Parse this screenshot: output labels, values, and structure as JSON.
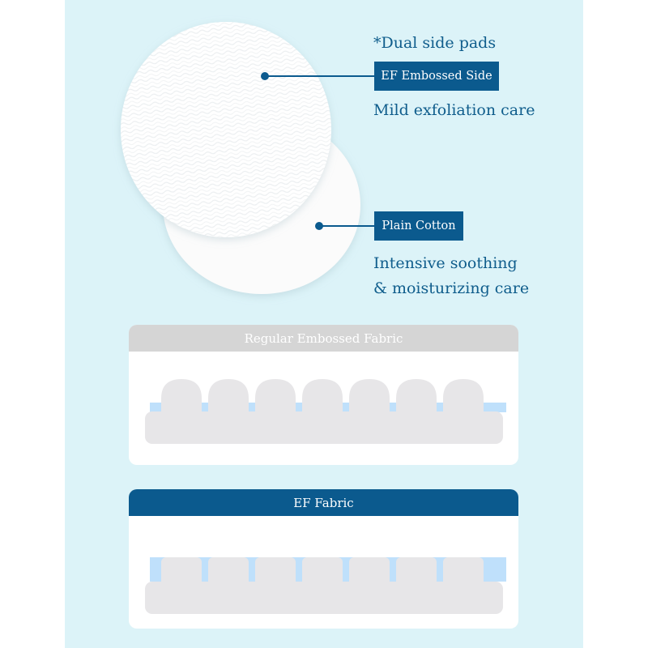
{
  "pads": {
    "note": "*Dual side pads",
    "side1_tag": "EF Embossed Side",
    "side1_desc": "Mild exfoliation care",
    "side2_tag": "Plain Cotton",
    "side2_desc_line1": "Intensive soothing",
    "side2_desc_line2": "& moisturizing care"
  },
  "comparison": {
    "regular_title": "Regular Embossed Fabric",
    "ef_title": "EF Fabric",
    "bump_count": 7
  },
  "colors": {
    "panel_bg": "#dcf3f8",
    "brand_blue": "#0b5a8e",
    "text_blue": "#0f5d8c",
    "gray_header": "#d5d5d5",
    "fabric_gray": "#e7e6e8",
    "accent_light_blue": "#bfe0fb"
  }
}
